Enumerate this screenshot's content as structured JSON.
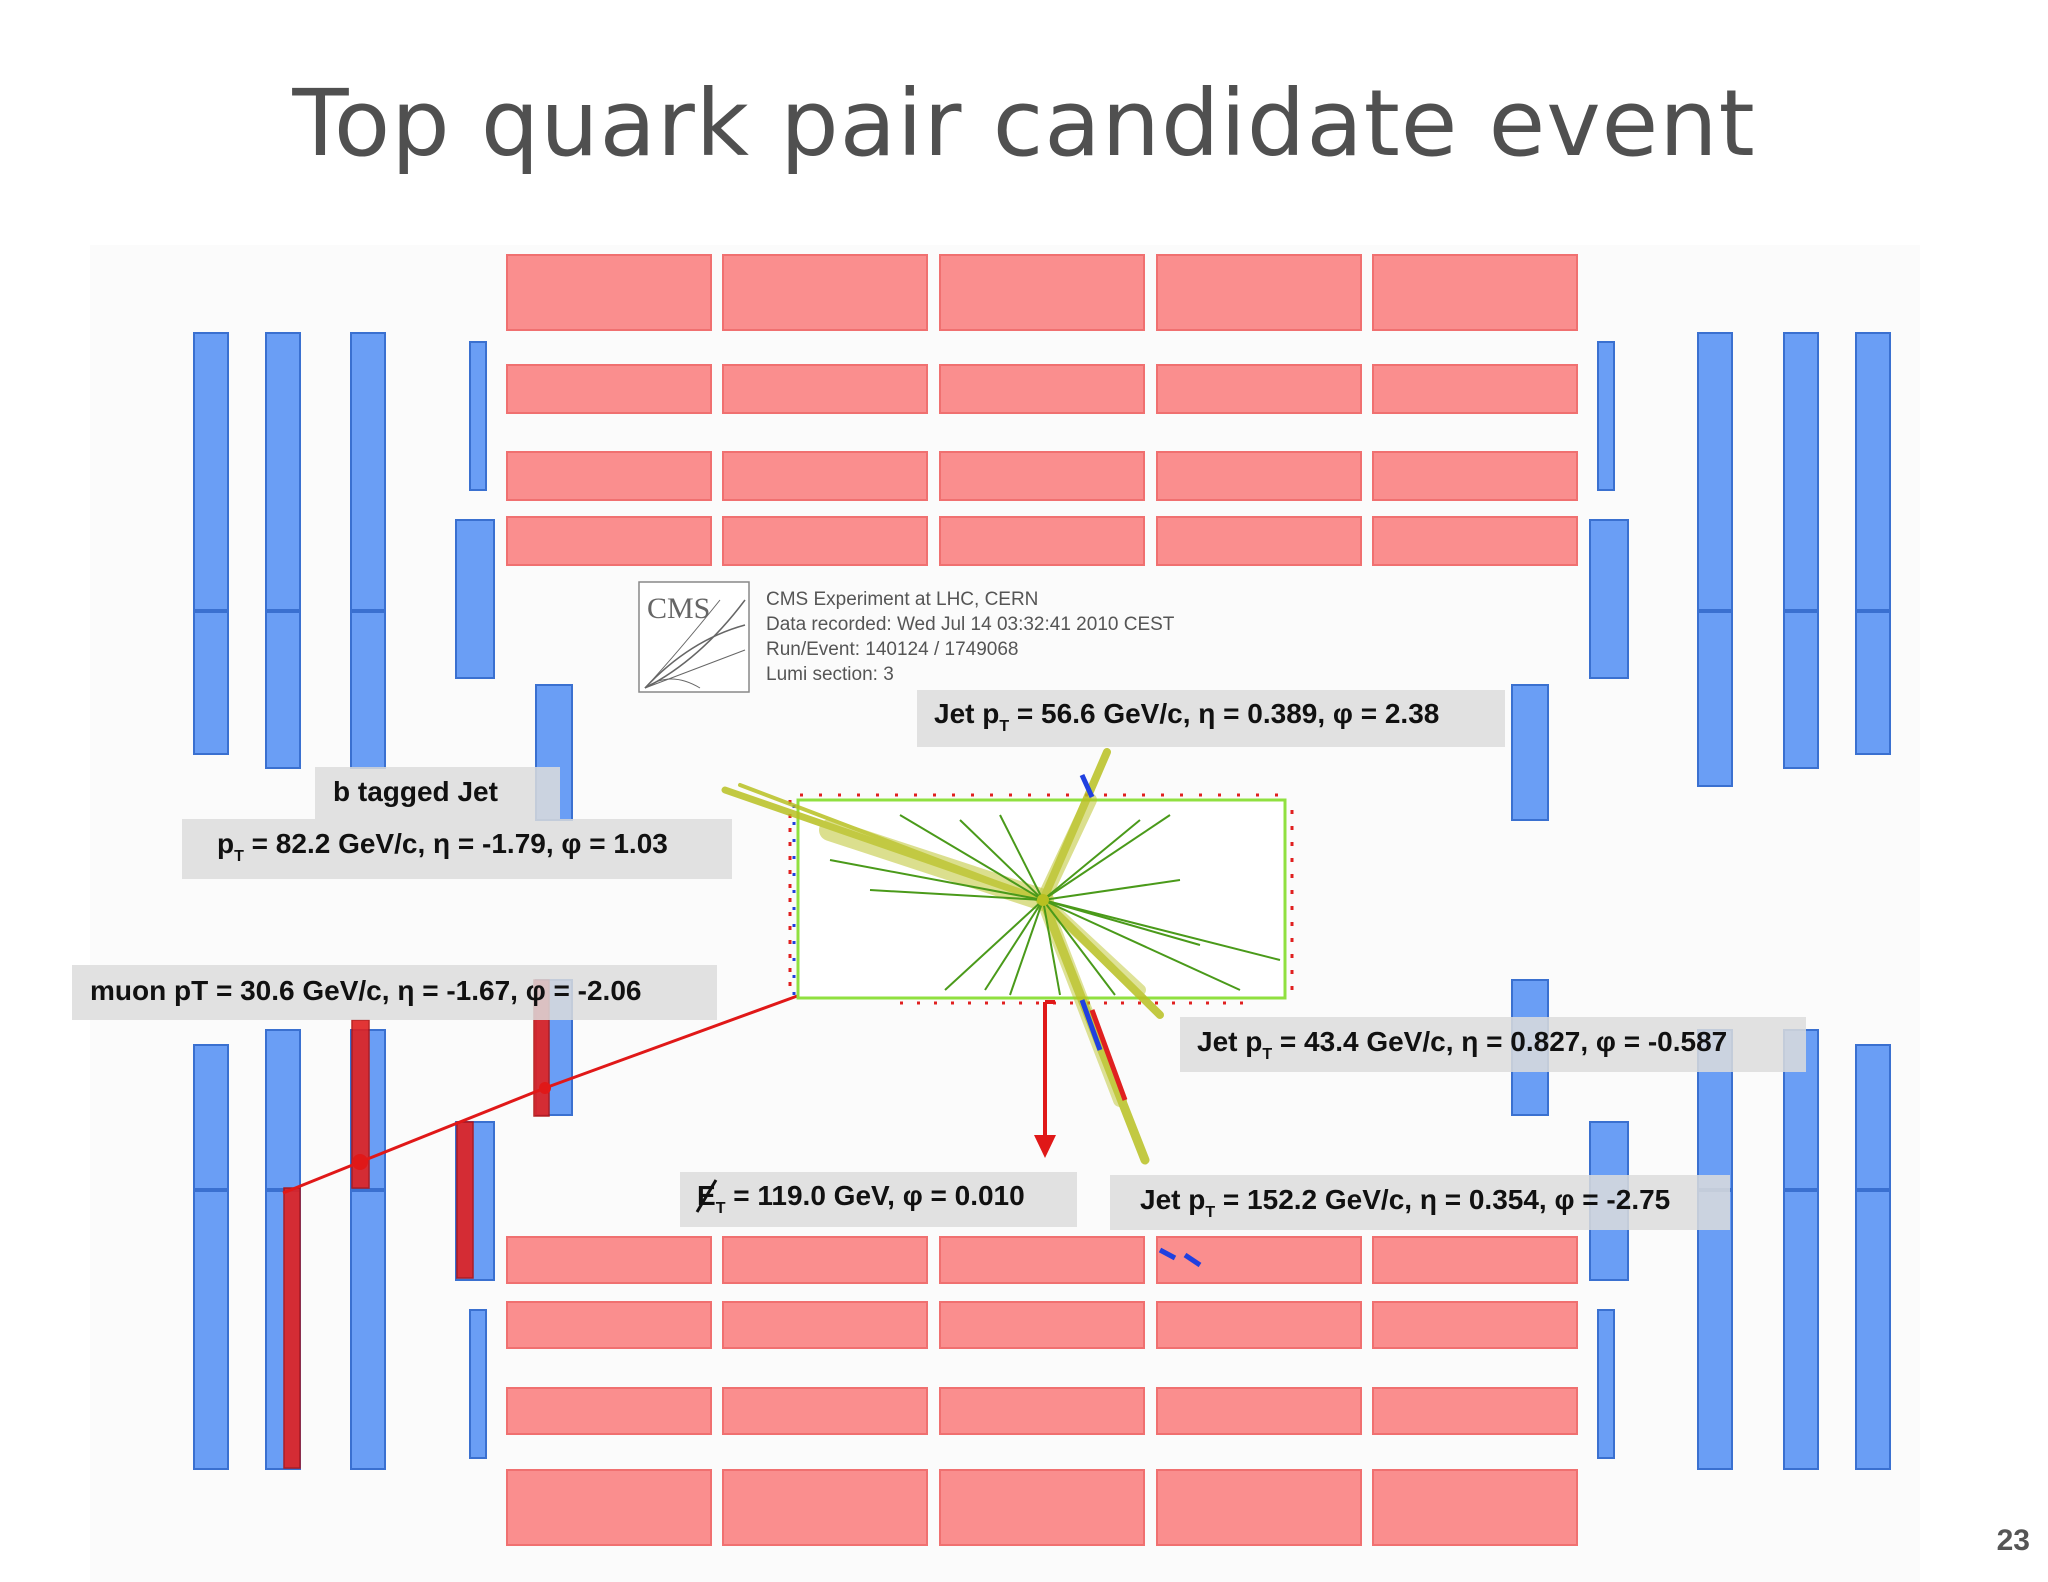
{
  "slide": {
    "title": "Top quark pair candidate event",
    "page_number": "23"
  },
  "cms_info": {
    "logo_text": "CMS",
    "lines": [
      "CMS Experiment at LHC, CERN",
      "Data recorded: Wed Jul 14 03:32:41 2010 CEST",
      "Run/Event: 140124 / 1749068",
      "Lumi section: 3"
    ]
  },
  "labels": {
    "jet1": {
      "prefix": "Jet p",
      "sub": "T",
      "value": " = 56.6 GeV/c,  η  = 0.389, φ = 2.38"
    },
    "btag_title": "b tagged Jet",
    "btag": {
      "prefix": "p",
      "sub": "T",
      "value": " = 82.2 GeV/c, η = -1.79, φ = 1.03"
    },
    "muon": "muon pT = 30.6 GeV/c,  η  = -1.67, φ = -2.06",
    "jet2": {
      "prefix": "Jet p",
      "sub": "T",
      "value": " = 43.4 GeV/c, η  = 0.827, φ  = -0.587"
    },
    "met": {
      "prefix": "E",
      "sub": "T",
      "value": " = 119.0 GeV, φ = 0.010"
    },
    "jet3": {
      "prefix": "Jet p",
      "sub": "T",
      "value": " = 152.2 GeV/c, η = 0.354, φ = -2.75"
    }
  },
  "colors": {
    "calorimeter": "#fa8e8e",
    "muon_chamber": "#6a9ef5",
    "muon_track": "#e01818",
    "jet": "#b8c020",
    "track": "#4a9a1a",
    "tracker_box": "#90e040",
    "label_bg": "#dcdcdc"
  }
}
